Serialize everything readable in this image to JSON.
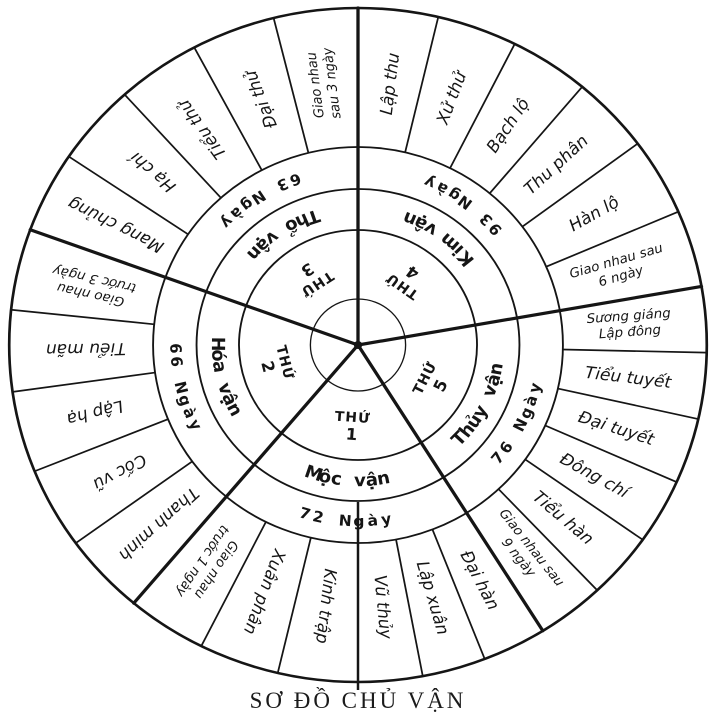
{
  "title": "SƠ ĐỒ CHỦ VẬN",
  "wheel": {
    "description_labels": {
      "order_word": "THỨ"
    },
    "sectors": [
      {
        "order_number": "4",
        "element_label": "Kim vận",
        "days_label": "93 Ngày",
        "start": 0,
        "end": 80,
        "label_mid": 36,
        "bounds": [
          0,
          13.3,
          26.7,
          40,
          53.3,
          66.7,
          80
        ],
        "cells": [
          [
            "Lập thu"
          ],
          [
            "Xử thử"
          ],
          [
            "Bạch lộ"
          ],
          [
            "Thu phân"
          ],
          [
            "Hàn lộ"
          ],
          [
            "Giao nhau sau",
            "6 ngày"
          ]
        ]
      },
      {
        "order_number": "5",
        "element_label": "Thủy vận",
        "days_label": "76 Ngày",
        "start": 80,
        "end": 148,
        "label_mid": 117,
        "bounds": [
          80,
          91.3,
          102.7,
          114,
          125.3,
          136.7,
          148
        ],
        "cells": [
          [
            "Sương giáng",
            "Lập đông"
          ],
          [
            "Tiểu tuyết"
          ],
          [
            "Đại tuyết"
          ],
          [
            "Đông chí"
          ],
          [
            "Tiểu hàn"
          ],
          [
            "Giao nhau sau",
            "9 ngày"
          ]
        ]
      },
      {
        "order_number": "1",
        "element_label": "Mộc vận",
        "days_label": "72 Ngày",
        "start": 148,
        "end": 220,
        "label_mid": 184,
        "bounds": [
          148,
          158.7,
          169.3,
          180,
          193.3,
          206.7,
          220
        ],
        "cells": [
          [
            "Đại hàn"
          ],
          [
            "Lập xuân"
          ],
          [
            "Vũ thủy"
          ],
          [
            "Kinh trập"
          ],
          [
            "Xuân phân"
          ],
          [
            "Giao nhau",
            "trước 1 ngày"
          ]
        ]
      },
      {
        "order_number": "2",
        "element_label": "Hóa vận",
        "days_label": "66 Ngày",
        "start": 220,
        "end": 290,
        "label_mid": 256,
        "bounds": [
          220,
          234,
          248,
          262,
          276,
          290
        ],
        "cells": [
          [
            "Thanh minh"
          ],
          [
            "Cốc vũ"
          ],
          [
            "Lập hạ"
          ],
          [
            "Tiểu mãn"
          ],
          [
            "Giao nhau",
            "trước 3 ngày"
          ]
        ]
      },
      {
        "order_number": "3",
        "element_label": "Thổ vận",
        "days_label": "63 Ngày",
        "start": 290,
        "end": 360,
        "label_mid": 327,
        "bounds": [
          290,
          304,
          318,
          332,
          346,
          360
        ],
        "cells": [
          [
            "Mang chủng"
          ],
          [
            "Hạ chí"
          ],
          [
            "Tiểu thử"
          ],
          [
            "Đại thử"
          ],
          [
            "Giao nhau",
            "sau 3 ngày"
          ]
        ]
      }
    ],
    "colors": {
      "ink": "#151515",
      "paper": "#ffffff"
    }
  }
}
